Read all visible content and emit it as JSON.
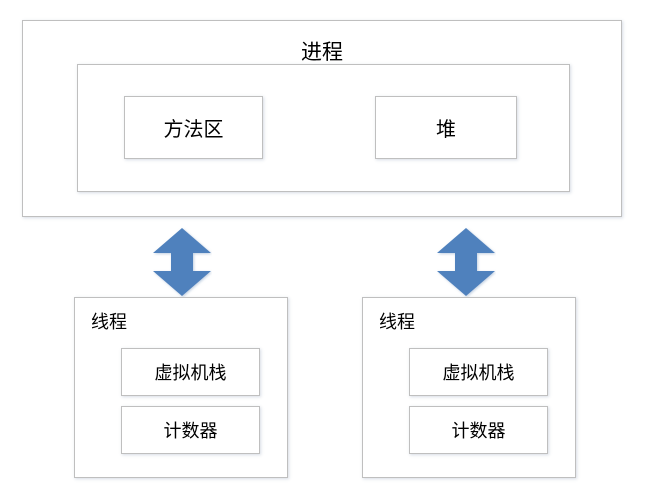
{
  "diagram": {
    "title": "进程",
    "colors": {
      "arrow_fill": "#4f81bd",
      "box_border": "#bfbfbf",
      "box_background": "#ffffff",
      "text": "#000000"
    },
    "process": {
      "label": "进程",
      "memory_areas": [
        {
          "label": "方法区"
        },
        {
          "label": "堆"
        }
      ]
    },
    "connectors": [
      {
        "icon": "double-headed-vertical-arrow",
        "label": ""
      },
      {
        "icon": "double-headed-vertical-arrow",
        "label": ""
      }
    ],
    "threads": [
      {
        "label": "线程",
        "components": [
          {
            "label": "虚拟机栈"
          },
          {
            "label": "计数器"
          }
        ]
      },
      {
        "label": "线程",
        "components": [
          {
            "label": "虚拟机栈"
          },
          {
            "label": "计数器"
          }
        ]
      }
    ]
  }
}
